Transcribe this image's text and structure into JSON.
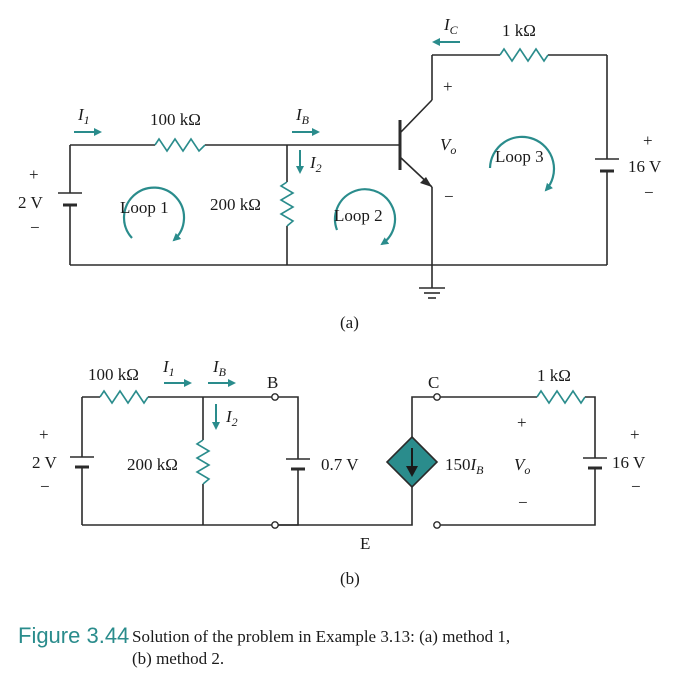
{
  "circuit_a": {
    "labels": {
      "i1": "I",
      "i1_sub": "1",
      "r100": "100 kΩ",
      "ib": "I",
      "ib_sub": "B",
      "ic": "I",
      "ic_sub": "C",
      "r1k": "1 kΩ",
      "i2": "I",
      "i2_sub": "2",
      "r200": "200 kΩ",
      "src2v": "2 V",
      "src16v": "16 V",
      "vo": "V",
      "vo_sub": "o",
      "loop1": "Loop 1",
      "loop2": "Loop 2",
      "loop3": "Loop 3",
      "plus": "+",
      "minus": "−"
    },
    "caption": "(a)"
  },
  "circuit_b": {
    "labels": {
      "r100": "100 kΩ",
      "i1": "I",
      "i1_sub": "1",
      "ib": "I",
      "ib_sub": "B",
      "node_b": "B",
      "node_c": "C",
      "node_e": "E",
      "r1k": "1 kΩ",
      "i2": "I",
      "i2_sub": "2",
      "r200": "200 kΩ",
      "src2v": "2 V",
      "src07v": "0.7 V",
      "ccs_gain": "150",
      "ccs_var": "I",
      "ccs_sub": "B",
      "vo": "V",
      "vo_sub": "o",
      "src16v": "16 V",
      "plus": "+",
      "minus": "−"
    },
    "caption": "(b)"
  },
  "figure": {
    "number": "Figure 3.44",
    "caption_line1": "Solution of the problem in Example 3.13: (a) method 1,",
    "caption_line2": "(b) method 2."
  },
  "colors": {
    "accent": "#2a8c8c",
    "wire": "#2b2b2b"
  }
}
